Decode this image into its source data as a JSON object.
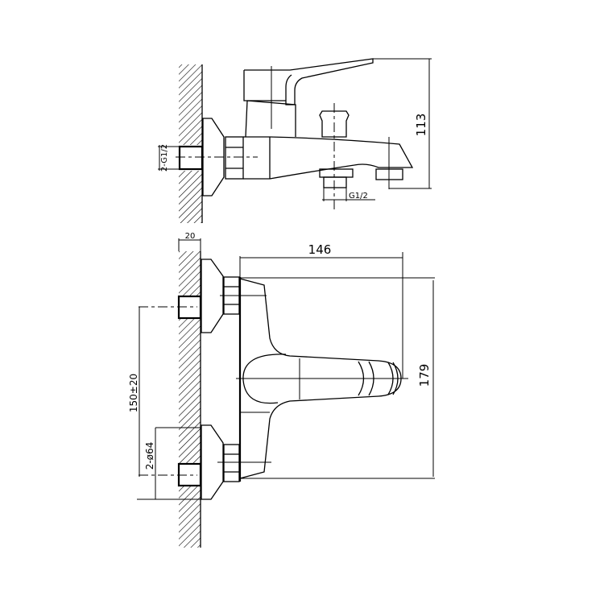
{
  "title": "Wall-mounted bath mixer technical drawing",
  "side_view": {
    "inlet_thread_label": "2-G1/2",
    "outlet_thread_label": "G1/2",
    "height_dim": "113"
  },
  "front_view": {
    "wall_offset_dim": "20",
    "depth_dim": "146",
    "height_dim": "179",
    "inlet_spacing_dim": "150±20",
    "flange_dim": "2-ø64"
  },
  "colors": {
    "line": "#000000",
    "background": "#ffffff"
  }
}
